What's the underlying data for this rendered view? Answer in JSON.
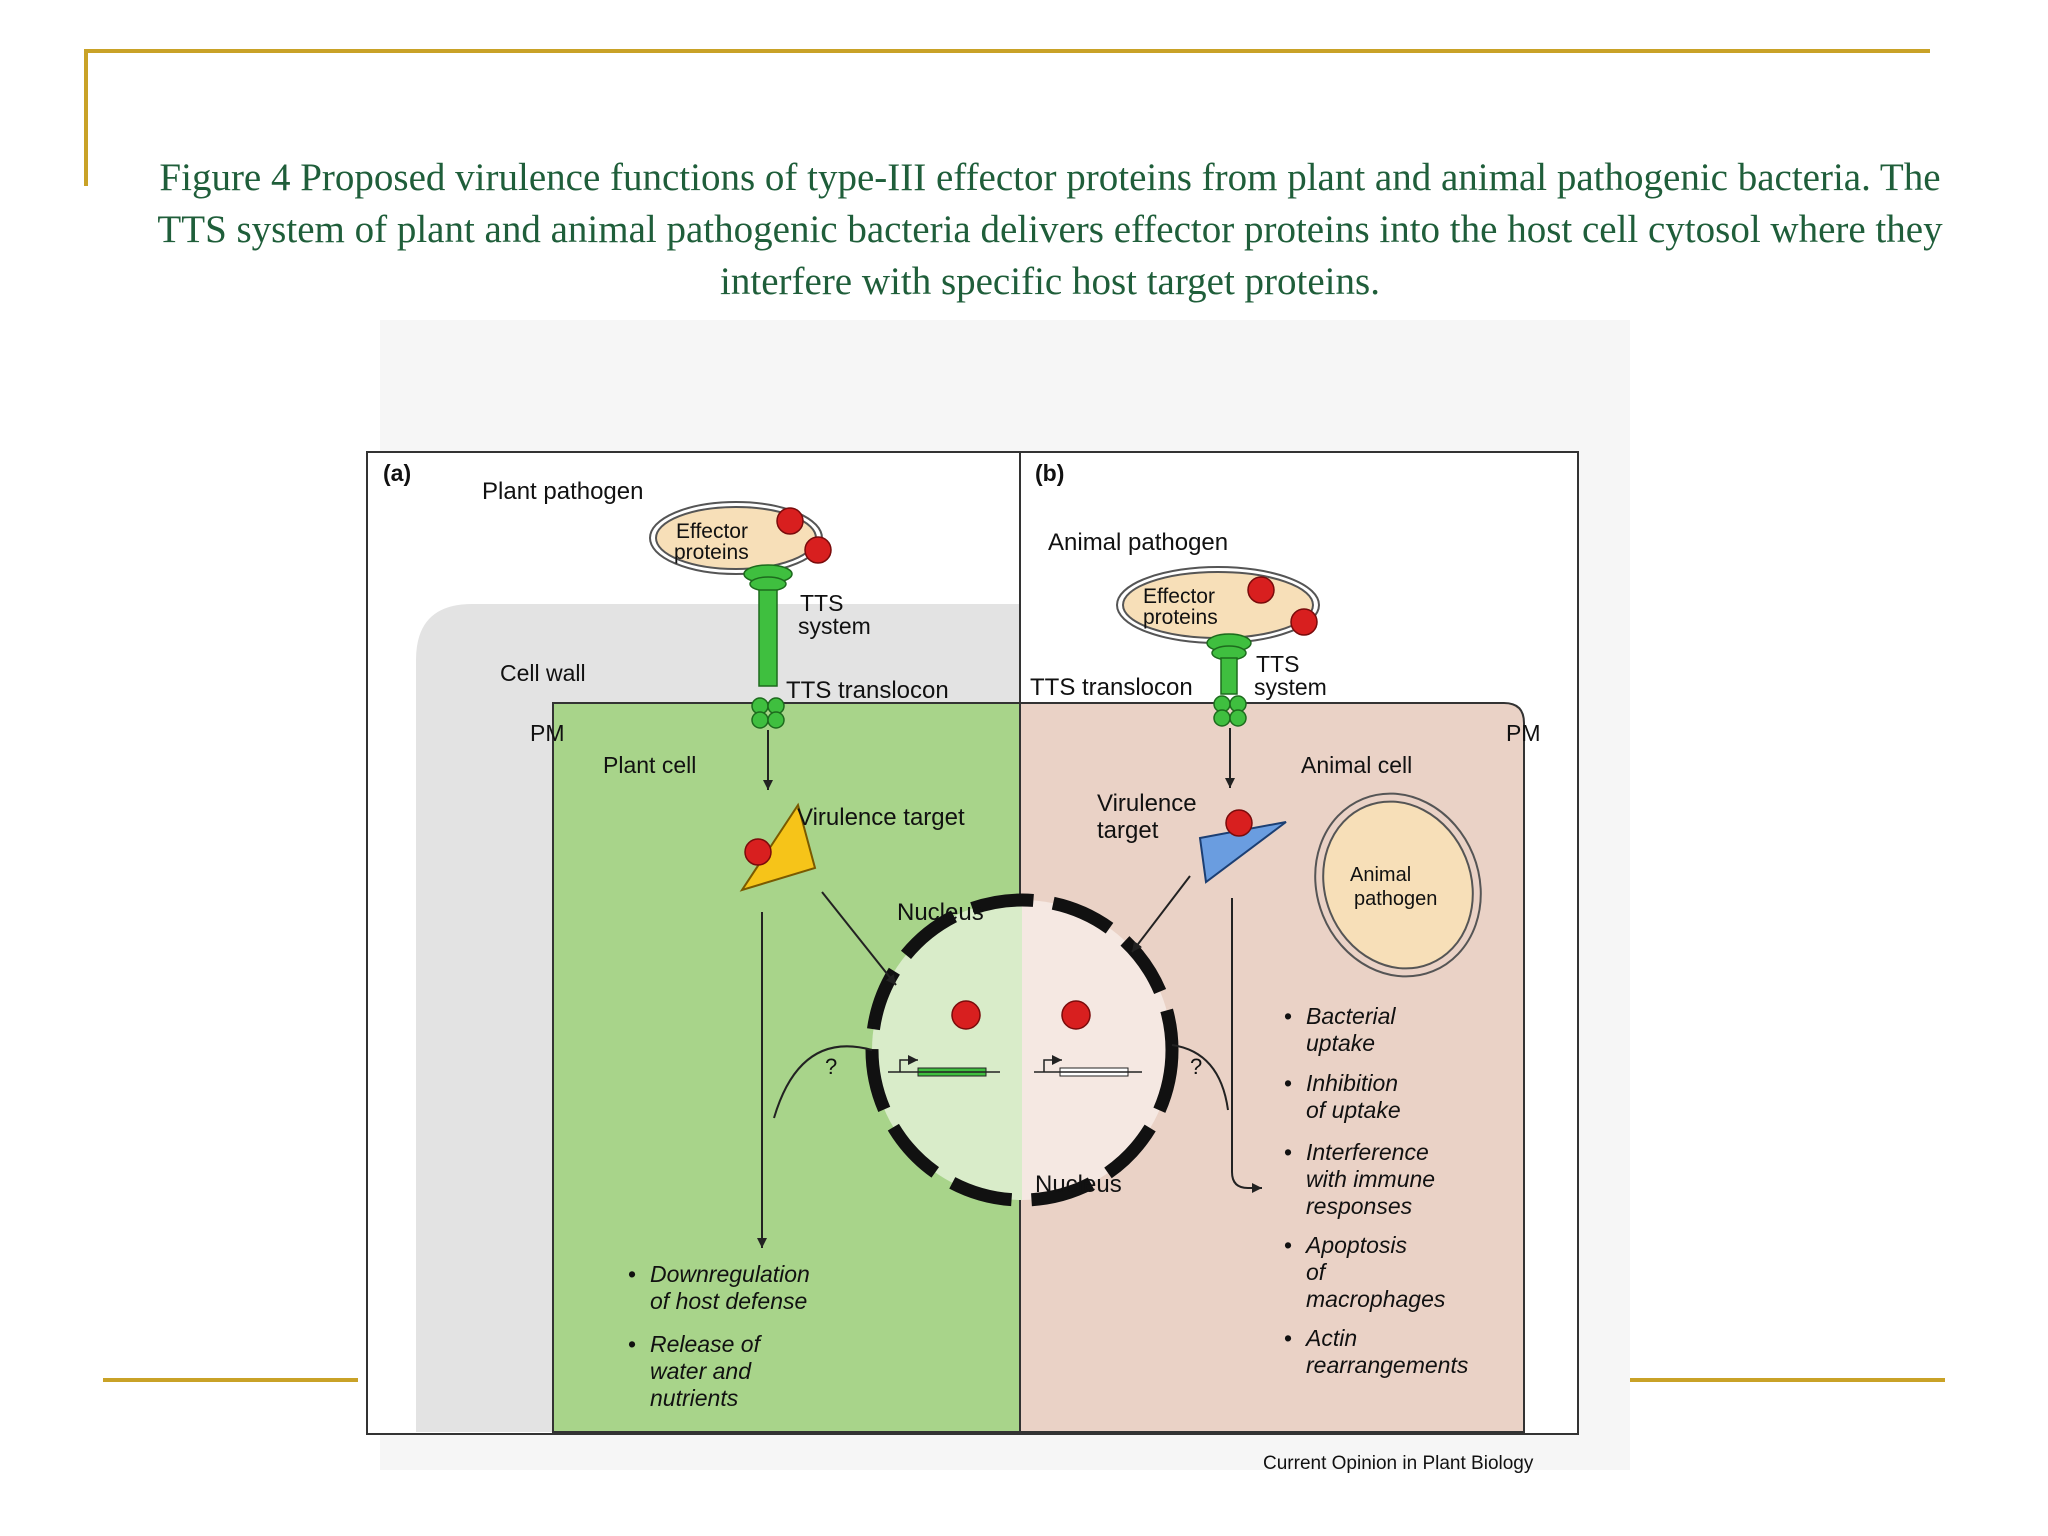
{
  "caption": {
    "line1": "Figure 4 Proposed virulence functions of type-III effector proteins from plant and animal pathogenic bacteria. The",
    "line2": "TTS system of plant and animal pathogenic bacteria delivers effector proteins into the host cell cytosol where they",
    "line3": "interfere with specific host target proteins."
  },
  "panel_a": {
    "tag": "(a)",
    "pathogen": "Plant pathogen",
    "effector_1": "Effector",
    "effector_2": "proteins",
    "tts_1": "TTS",
    "tts_2": "system",
    "cell_wall": "Cell wall",
    "translocon": "TTS translocon",
    "pm": "PM",
    "cell": "Plant cell",
    "target": "Virulence target",
    "nucleus": "Nucleus",
    "question": "?",
    "effects": [
      {
        "line1": "Downregulation",
        "line2": "of host defense",
        "line3": ""
      },
      {
        "line1": "Release of",
        "line2": "water and",
        "line3": "nutrients"
      }
    ]
  },
  "panel_b": {
    "tag": "(b)",
    "pathogen": "Animal pathogen",
    "effector_1": "Effector",
    "effector_2": "proteins",
    "tts_1": "TTS",
    "tts_2": "system",
    "translocon": "TTS translocon",
    "pm": "PM",
    "cell": "Animal cell",
    "target_1": "Virulence",
    "target_2": "target",
    "internal_1": "Animal",
    "internal_2": "pathogen",
    "nucleus": "Nucleus",
    "question": "?",
    "effects": [
      {
        "line1": "Bacterial",
        "line2": "uptake",
        "line3": ""
      },
      {
        "line1": "Inhibition",
        "line2": "of uptake",
        "line3": ""
      },
      {
        "line1": "Interference",
        "line2": "with immune",
        "line3": "responses"
      },
      {
        "line1": "Apoptosis",
        "line2": "of",
        "line3": "macrophages"
      },
      {
        "line1": "Actin",
        "line2": "rearrangements",
        "line3": ""
      }
    ]
  },
  "source": "Current Opinion in Plant Biology",
  "colors": {
    "accent_line": "#c9a227",
    "caption_text": "#1f5e3a",
    "plant_cell": "#a8d48a",
    "animal_cell": "#ead2c6",
    "cell_wall": "#e3e3e3",
    "tts": "#3fbf3f",
    "effector": "#d81f1f",
    "pathogen_fill": "#f7dfb8"
  }
}
